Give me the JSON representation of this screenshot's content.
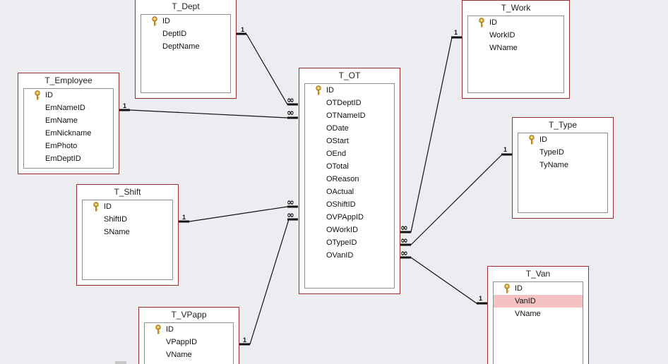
{
  "tables": {
    "t_dept": {
      "title": "T_Dept",
      "fields": [
        {
          "name": "ID",
          "pk": true
        },
        {
          "name": "DeptID"
        },
        {
          "name": "DeptName"
        }
      ]
    },
    "t_employee": {
      "title": "T_Employee",
      "fields": [
        {
          "name": "ID",
          "pk": true
        },
        {
          "name": "EmNameID"
        },
        {
          "name": "EmName"
        },
        {
          "name": "EmNickname"
        },
        {
          "name": "EmPhoto"
        },
        {
          "name": "EmDeptID"
        }
      ]
    },
    "t_shift": {
      "title": "T_Shift",
      "fields": [
        {
          "name": "ID",
          "pk": true
        },
        {
          "name": "ShiftID"
        },
        {
          "name": "SName"
        }
      ]
    },
    "t_vpapp": {
      "title": "T_VPapp",
      "fields": [
        {
          "name": "ID",
          "pk": true
        },
        {
          "name": "VPappID"
        },
        {
          "name": "VName"
        }
      ]
    },
    "t_ot": {
      "title": "T_OT",
      "fields": [
        {
          "name": "ID",
          "pk": true
        },
        {
          "name": "OTDeptID"
        },
        {
          "name": "OTNameID"
        },
        {
          "name": "ODate"
        },
        {
          "name": "OStart"
        },
        {
          "name": "OEnd"
        },
        {
          "name": "OTotal"
        },
        {
          "name": "OReason"
        },
        {
          "name": "OActual"
        },
        {
          "name": "OShiftID"
        },
        {
          "name": "OVPAppID"
        },
        {
          "name": "OWorkID"
        },
        {
          "name": "OTypeID"
        },
        {
          "name": "OVanID"
        }
      ]
    },
    "t_work": {
      "title": "T_Work",
      "fields": [
        {
          "name": "ID",
          "pk": true
        },
        {
          "name": "WorkID"
        },
        {
          "name": "WName"
        }
      ]
    },
    "t_type": {
      "title": "T_Type",
      "fields": [
        {
          "name": "ID",
          "pk": true
        },
        {
          "name": "TypeID"
        },
        {
          "name": "TyName"
        }
      ]
    },
    "t_van": {
      "title": "T_Van",
      "fields": [
        {
          "name": "ID",
          "pk": true
        },
        {
          "name": "VanID",
          "selected": true
        },
        {
          "name": "VName"
        }
      ]
    }
  },
  "relationships": {
    "one_label": "1",
    "many_label": "∞"
  },
  "colors": {
    "background": "#ebedf0",
    "table_border": "#9b2f2f",
    "selected_row": "#f4c2c2"
  },
  "icons": {
    "primary_key": "key-icon"
  }
}
